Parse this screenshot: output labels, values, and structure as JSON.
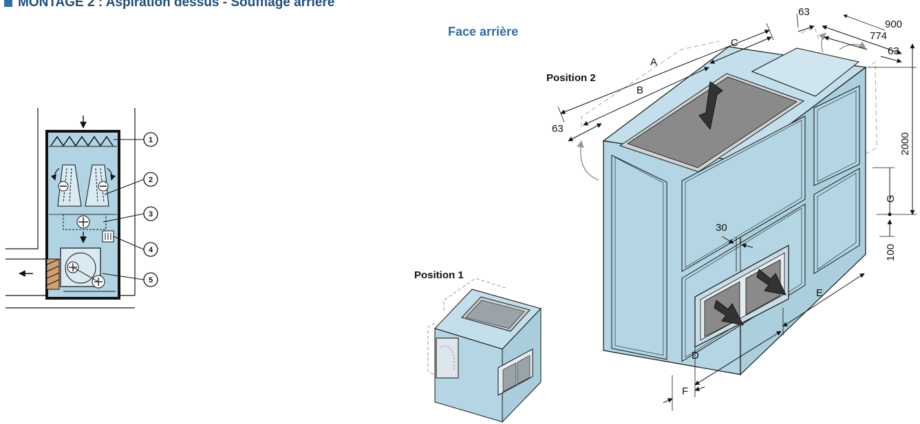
{
  "header": {
    "title": "MONTAGE 2 : Aspiration dessus - Soufflage arrière",
    "accent_color": "#2e6fa8"
  },
  "view_label": "Face arrière",
  "positions": {
    "p1": "Position 1",
    "p2": "Position 2"
  },
  "schematic": {
    "callouts": [
      "1",
      "2",
      "3",
      "4",
      "5"
    ],
    "fill_color": "#b0d4e3"
  },
  "dimensions": {
    "d63_top": "63",
    "d900": "900",
    "d774": "774",
    "d63_right": "63",
    "A": "A",
    "B": "B",
    "C": "C",
    "d63_left": "63",
    "d2000": "2000",
    "G": "G",
    "d100": "100",
    "d30": "30",
    "E": "E",
    "D": "D",
    "F": "F"
  },
  "colors": {
    "unit_fill": "#b4d6e4",
    "unit_top": "#c3dfeb",
    "grille": "#8a8a8a",
    "outline": "#1a1a1a"
  }
}
